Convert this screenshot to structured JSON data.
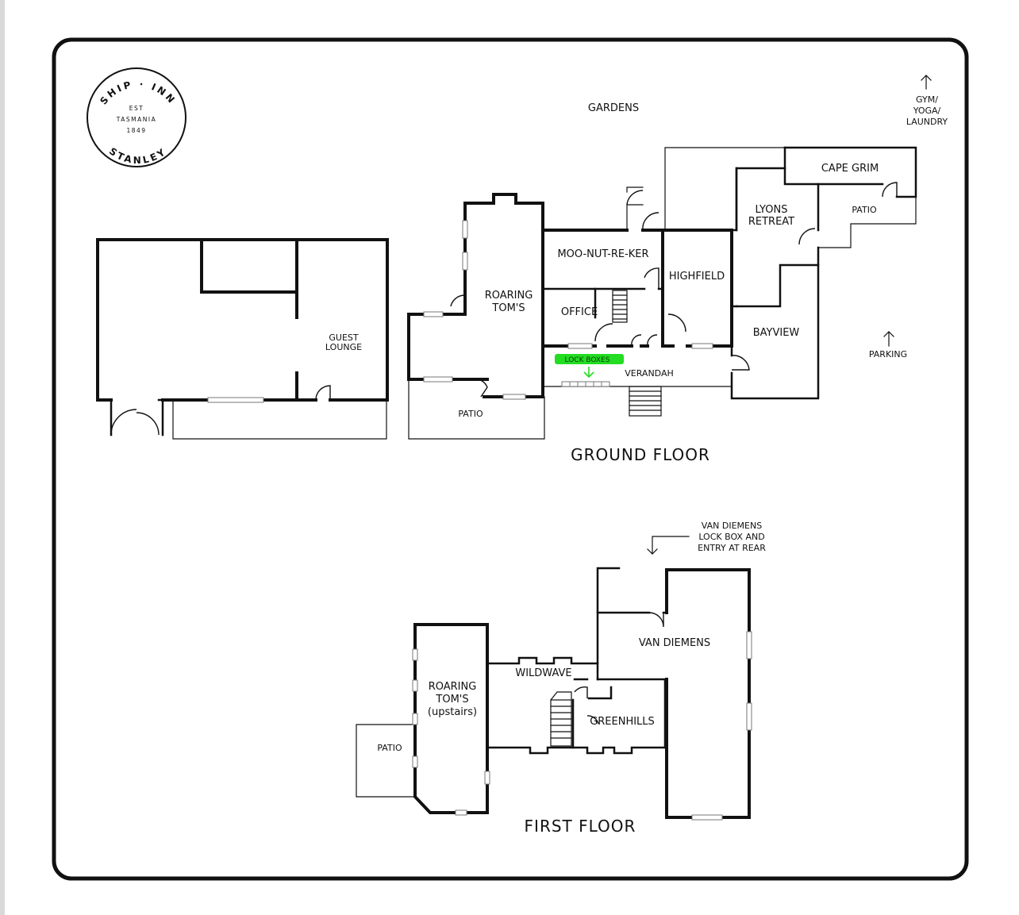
{
  "logo": {
    "ring_top": "SHIP · INN",
    "ring_bottom": "STANLEY",
    "est": "EST",
    "state": "TASMANIA",
    "year": "1849"
  },
  "outdoor": {
    "gardens": "GARDENS",
    "gym": [
      "GYM/",
      "YOGA/",
      "LAUNDRY"
    ],
    "parking": "PARKING"
  },
  "ground_floor": {
    "title": "GROUND FLOOR",
    "rooms": {
      "guest_lounge": [
        "GUEST",
        "LOUNGE"
      ],
      "roaring_toms": [
        "ROARING",
        "TOM'S"
      ],
      "patio_left": "PATIO",
      "moo_nut_re_ker": "MOO-NUT-RE-KER",
      "office": "OFFICE",
      "highfield": "HIGHFIELD",
      "lyons_retreat": [
        "LYONS",
        "RETREAT"
      ],
      "cape_grim": "CAPE GRIM",
      "patio_right": "PATIO",
      "bayview": "BAYVIEW",
      "verandah": "VERANDAH"
    },
    "lock_boxes": "LOCK BOXES",
    "lock_box_color": "#22dd22"
  },
  "first_floor": {
    "title": "FIRST FLOOR",
    "note": [
      "VAN DIEMENS",
      "LOCK BOX AND",
      "ENTRY AT REAR"
    ],
    "rooms": {
      "roaring_toms_upstairs": [
        "ROARING",
        "TOM'S",
        "(upstairs)"
      ],
      "patio": "PATIO",
      "wildwave": "WILDWAVE",
      "van_diemens": "VAN DIEMENS",
      "greenhills": "GREENHILLS"
    }
  }
}
